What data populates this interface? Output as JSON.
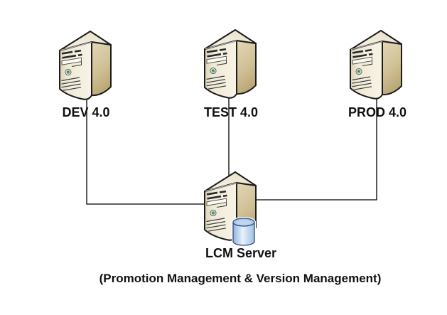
{
  "diagram": {
    "background_color": "#ffffff",
    "connector_color": "#000000",
    "text_color": "#111111",
    "nodes": [
      {
        "id": "dev",
        "label": "DEV 4.0",
        "icon": "server-tower-icon"
      },
      {
        "id": "test",
        "label": "TEST 4.0",
        "icon": "server-tower-icon"
      },
      {
        "id": "prod",
        "label": "PROD 4.0",
        "icon": "server-tower-icon"
      },
      {
        "id": "lcm",
        "label": "LCM Server",
        "icon": "server-tower-icon",
        "badge_icon": "database-cylinder-icon"
      }
    ],
    "connections": [
      {
        "from": "dev",
        "to": "lcm"
      },
      {
        "from": "test",
        "to": "lcm"
      },
      {
        "from": "prod",
        "to": "lcm"
      }
    ],
    "caption": "(Promotion Management & Version Management)",
    "icon_colors": {
      "server_front": "#f5f0e1",
      "server_side": "#cdbc8e",
      "server_top": "#ede6d2",
      "server_outline": "#1c1c1c",
      "power_button": "#4aa390",
      "database_body": "#e9f2fb",
      "database_top": "#aac7ea",
      "database_outline": "#2e4d7b"
    }
  }
}
